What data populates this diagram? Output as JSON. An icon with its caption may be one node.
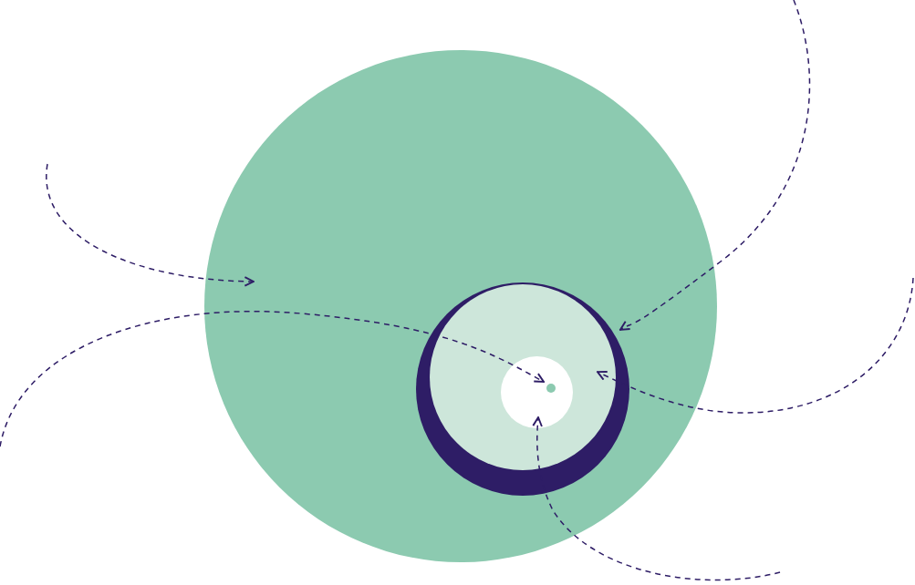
{
  "diagram": {
    "nodes": [
      {
        "text": [],
        "shape": "circle"
      },
      {
        "text": [],
        "shape": "circle",
        "in": 0
      },
      {
        "text": [],
        "shape": "circle",
        "in": 1
      },
      {
        "text": [],
        "shape": "circle",
        "in": 2
      },
      {
        "text": [],
        "shape": "circle",
        "in": 3
      }
    ],
    "edges": [
      {
        "from": null,
        "to": 0,
        "arrow": "to",
        "style": "dashed"
      },
      {
        "from": null,
        "to": 4,
        "arrow": "to",
        "style": "dashed"
      },
      {
        "from": null,
        "to": 1,
        "arrow": "to",
        "style": "dashed"
      },
      {
        "from": null,
        "to": 2,
        "arrow": "to",
        "style": "dashed"
      },
      {
        "from": null,
        "to": 3,
        "arrow": "to",
        "style": "dashed"
      }
    ]
  }
}
